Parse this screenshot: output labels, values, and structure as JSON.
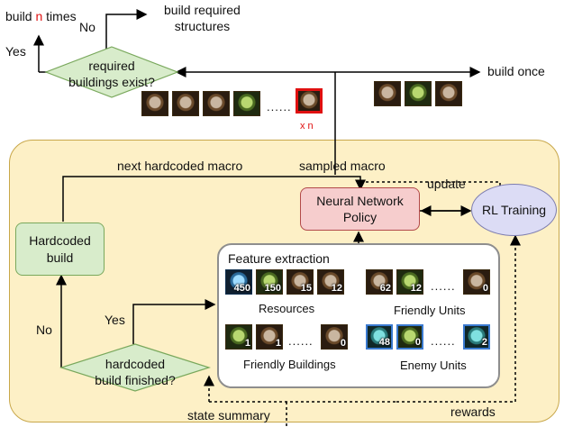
{
  "top": {
    "build_n_prefix": "build ",
    "build_n_highlight": "n",
    "build_n_suffix": " times",
    "yes_label": "Yes",
    "no_label": "No",
    "build_required_line1": "build required",
    "build_required_line2": "structures",
    "decision_line1": "required",
    "decision_line2": "buildings exist?",
    "build_once": "build once",
    "multiplier": "x n",
    "ellipsis": "......"
  },
  "panel": {
    "next_hardcoded_macro": "next hardcoded macro",
    "sampled_macro": "sampled macro",
    "update_label": "update",
    "policy_line1": "Neural Network",
    "policy_line2": "Policy",
    "rl_training": "RL Training",
    "hardcoded_build_line1": "Hardcoded",
    "hardcoded_build_line2": "build",
    "feature_title": "Feature extraction",
    "finished_line1": "hardcoded",
    "finished_line2": "build finished?",
    "yes_label": "Yes",
    "no_label": "No",
    "state_summary": "state summary",
    "rewards": "rewards",
    "ellipsis": "......"
  },
  "features": {
    "resources": {
      "label": "Resources",
      "counts": [
        "450",
        "150",
        "15",
        "12"
      ]
    },
    "friendly_units": {
      "label": "Friendly Units",
      "counts": [
        "62",
        "12",
        "0"
      ]
    },
    "friendly_buildings": {
      "label": "Friendly Buildings",
      "counts": [
        "1",
        "1",
        "0"
      ]
    },
    "enemy_units": {
      "label": "Enemy Units",
      "counts": [
        "48",
        "0",
        "2"
      ]
    }
  }
}
